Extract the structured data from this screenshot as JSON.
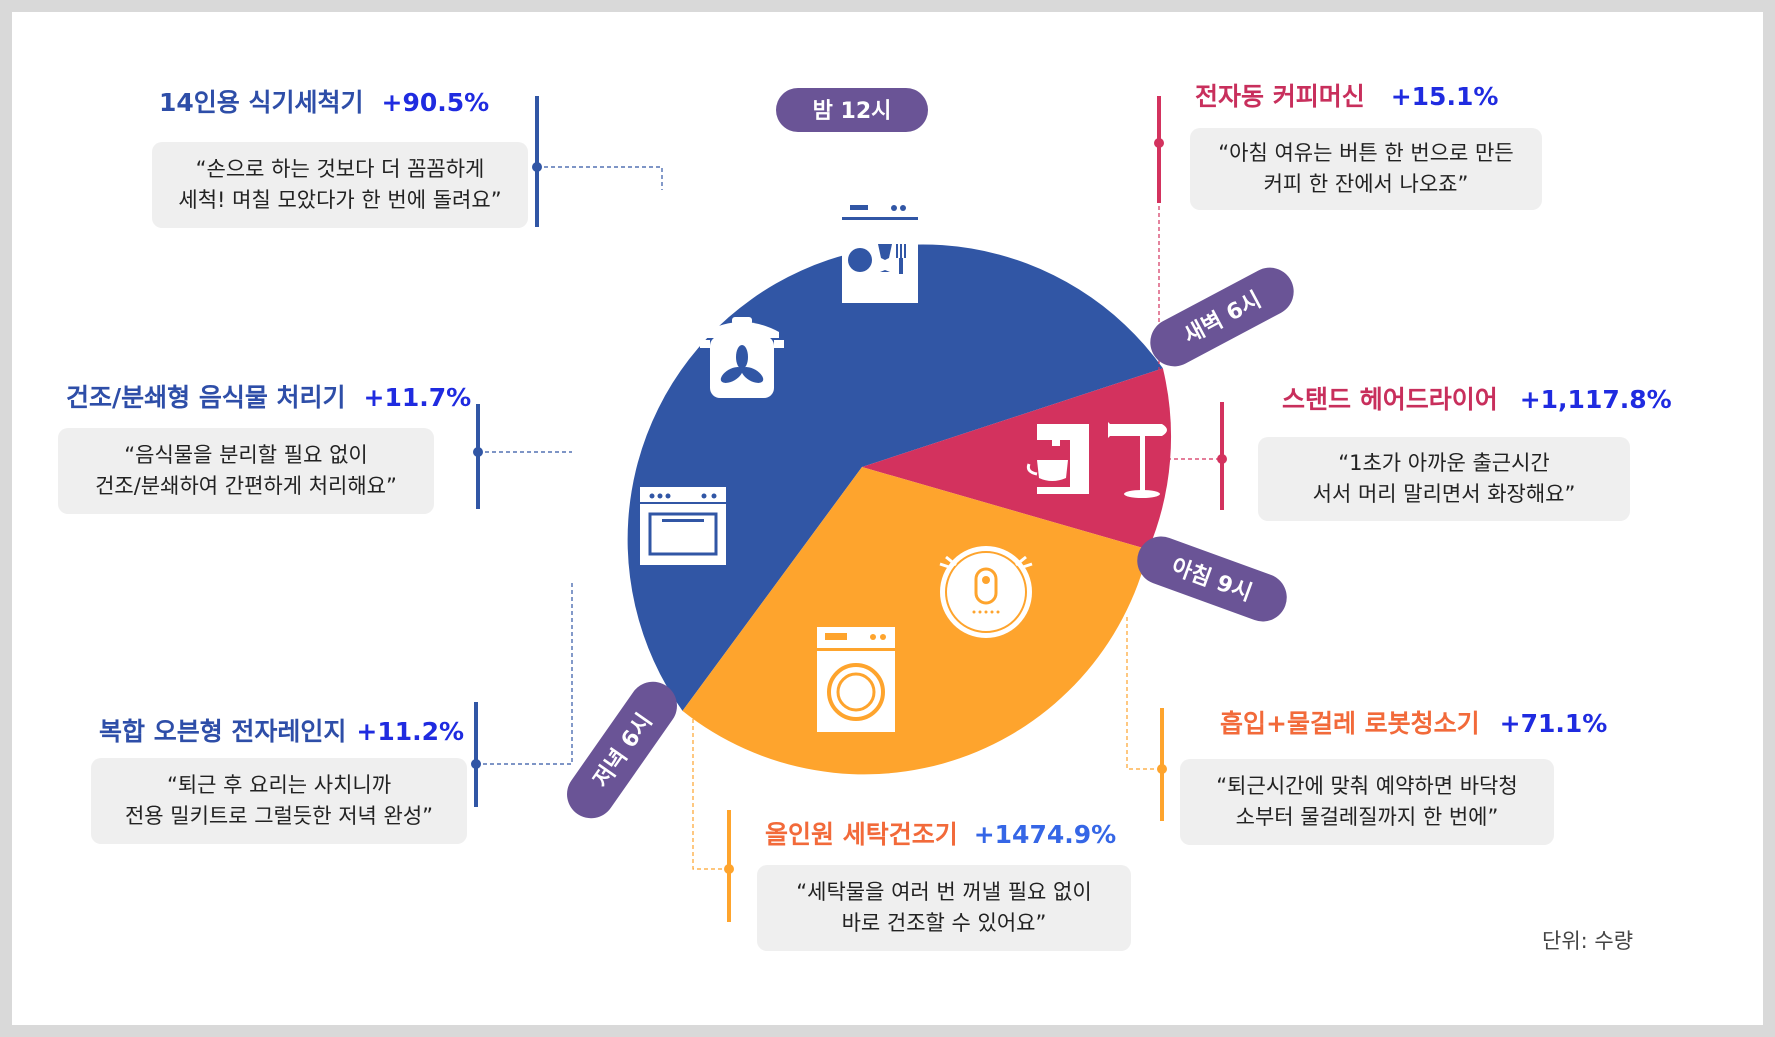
{
  "colors": {
    "blue": "#3156a5",
    "red": "#d3325e",
    "orange": "#fea42d",
    "pill": "#6a5496",
    "title_blue": "#2e4ea8",
    "pct_blue": "#1f2be0",
    "title_red": "#c82f5c",
    "title_orange": "#f26a3a",
    "pct_orange_blue": "#3566e6"
  },
  "time_labels": {
    "midnight": "밤 12시",
    "dawn": "새벽 6시",
    "morning": "아침 9시",
    "evening": "저녁 6시"
  },
  "items": {
    "dishwasher": {
      "name": "14인용 식기세척기",
      "pct": "+90.5%",
      "quote1": "“손으로 하는 것보다 더 꼼꼼하게",
      "quote2": "세척! 며칠 모았다가 한 번에 돌려요”"
    },
    "food_waste": {
      "name": "건조/분쇄형 음식물 처리기",
      "pct": "+11.7%",
      "quote1": "“음식물을 분리할 필요 없이",
      "quote2": "건조/분쇄하여 간편하게 처리해요”"
    },
    "oven": {
      "name": "복합 오븐형 전자레인지",
      "pct": "+11.2%",
      "quote1": "“퇴근 후 요리는 사치니까",
      "quote2": "전용 밀키트로 그럴듯한 저녁 완성”"
    },
    "coffee": {
      "name": "전자동 커피머신",
      "pct": "+15.1%",
      "quote1": "“아침 여유는 버튼 한 번으로 만든",
      "quote2": "커피 한 잔에서 나오죠”"
    },
    "hairdryer": {
      "name": "스탠드 헤어드라이어",
      "pct": "+1,117.8%",
      "quote1": "“1초가 아까운 출근시간",
      "quote2": "서서 머리 말리면서 화장해요”"
    },
    "robot": {
      "name": "흡입+물걸레 로봇청소기",
      "pct": "+71.1%",
      "quote1": "“퇴근시간에 맞춰 예약하면 바닥청",
      "quote2": "소부터 물걸레질까지 한 번에”"
    },
    "washer": {
      "name": "올인원 세탁건조기",
      "pct": "+1474.9%",
      "quote1": "“세탁물을 여러 번 꺼낼 필요 없이",
      "quote2": "바로 건조할 수 있어요”"
    }
  },
  "unit_label": "단위: 수량"
}
